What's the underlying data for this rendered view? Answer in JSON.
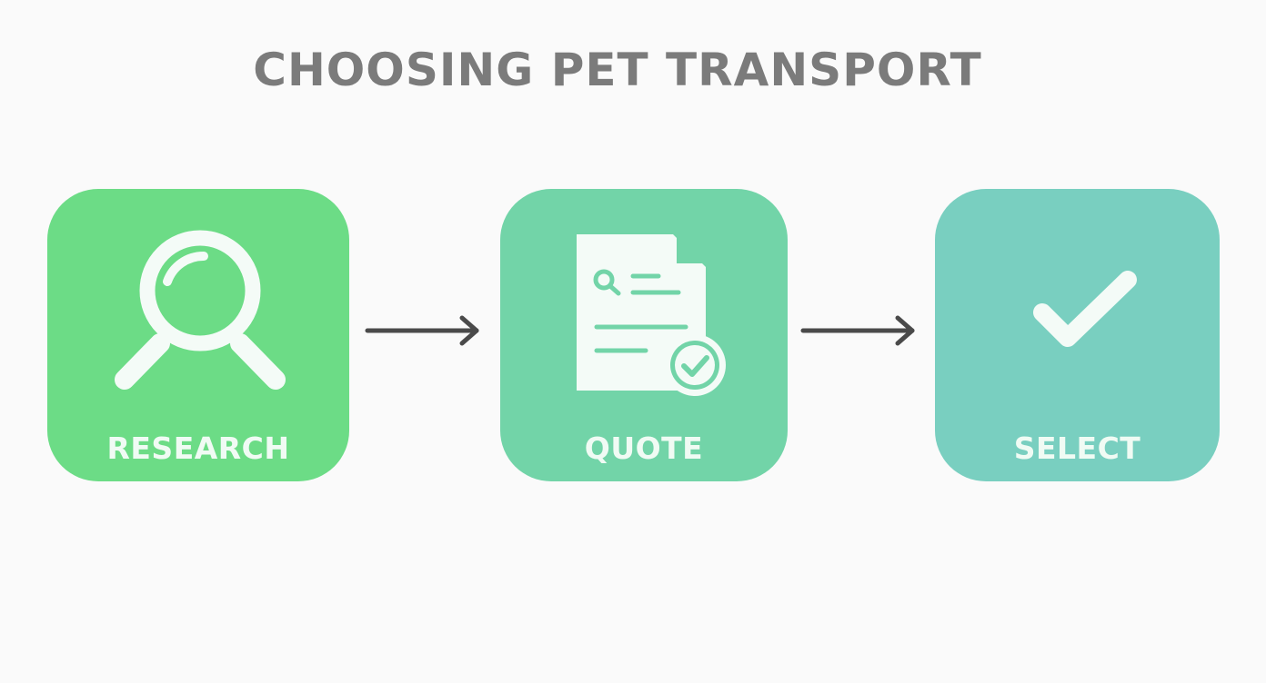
{
  "title": "CHOOSING PET TRANSPORT",
  "steps": [
    {
      "label": "RESEARCH",
      "icon": "magnifying-glass-icon",
      "color": "#6cdc86"
    },
    {
      "label": "QUOTE",
      "icon": "document-check-icon",
      "color": "#72d4a8"
    },
    {
      "label": "SELECT",
      "icon": "checkmark-icon",
      "color": "#79cfc0"
    }
  ],
  "connectors": [
    "arrow-right-icon",
    "arrow-right-icon"
  ],
  "colors": {
    "background": "#fafafa",
    "title": "#7b7b7b",
    "arrow": "#4a4a4a",
    "icon_fill": "#f4fbf7"
  }
}
